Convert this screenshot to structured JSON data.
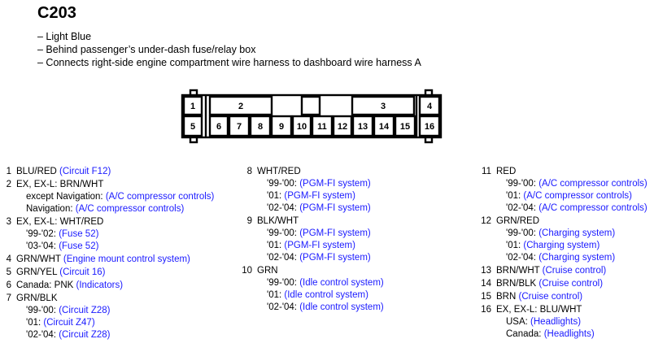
{
  "title": "C203",
  "description": [
    "– Light Blue",
    "– Behind passenger’s under-dash fuse/relay box",
    "– Connects right-side engine compartment wire harness to dashboard wire harness A"
  ],
  "connector": {
    "top_labels": [
      "1",
      "2",
      "3",
      "4"
    ],
    "bottom_labels": [
      "5",
      "6",
      "7",
      "8",
      "9",
      "10",
      "11",
      "12",
      "13",
      "14",
      "15",
      "16"
    ]
  },
  "columns": [
    [
      {
        "num": "1",
        "lines": [
          {
            "text": "BLU/RED ",
            "link": "(Circuit F12)"
          }
        ]
      },
      {
        "num": "2",
        "lines": [
          {
            "text": "EX, EX-L: BRN/WHT"
          },
          {
            "text": "except Navigation: ",
            "link": "(A/C compressor controls)",
            "sub": true
          },
          {
            "text": "Navigation: ",
            "link": "(A/C compressor controls)",
            "sub": true
          }
        ]
      },
      {
        "num": "3",
        "lines": [
          {
            "text": "EX, EX-L: WHT/RED"
          },
          {
            "text": "'99-'02: ",
            "link": "(Fuse 52)",
            "sub": true
          },
          {
            "text": "'03-'04: ",
            "link": "(Fuse 52)",
            "sub": true
          }
        ]
      },
      {
        "num": "4",
        "lines": [
          {
            "text": "GRN/WHT ",
            "link": "(Engine mount control system)"
          }
        ]
      },
      {
        "num": "5",
        "lines": [
          {
            "text": "GRN/YEL ",
            "link": "(Circuit 16)"
          }
        ]
      },
      {
        "num": "6",
        "lines": [
          {
            "text": "Canada: PNK ",
            "link": "(Indicators)"
          }
        ]
      },
      {
        "num": "7",
        "lines": [
          {
            "text": "GRN/BLK"
          },
          {
            "text": "'99-'00: ",
            "link": "(Circuit Z28)",
            "sub": true
          },
          {
            "text": "'01: ",
            "link": "(Circuit Z47)",
            "sub": true
          },
          {
            "text": "'02-'04: ",
            "link": "(Circuit Z28)",
            "sub": true
          }
        ]
      }
    ],
    [
      {
        "num": "8",
        "lines": [
          {
            "text": "WHT/RED"
          },
          {
            "text": "'99-'00: ",
            "link": "(PGM-FI system)",
            "sub": true
          },
          {
            "text": "'01: ",
            "link": "(PGM-FI system)",
            "sub": true
          },
          {
            "text": "'02-'04: ",
            "link": "(PGM-FI system)",
            "sub": true
          }
        ]
      },
      {
        "num": "9",
        "lines": [
          {
            "text": "BLK/WHT"
          },
          {
            "text": "'99-'00: ",
            "link": "(PGM-FI system)",
            "sub": true
          },
          {
            "text": "'01: ",
            "link": "(PGM-FI system)",
            "sub": true
          },
          {
            "text": "'02-'04: ",
            "link": "(PGM-FI system)",
            "sub": true
          }
        ]
      },
      {
        "num": "10",
        "lines": [
          {
            "text": "GRN"
          },
          {
            "text": "'99-'00: ",
            "link": "(Idle control system)",
            "sub": true
          },
          {
            "text": "'01: ",
            "link": "(Idle control system)",
            "sub": true
          },
          {
            "text": "'02-'04: ",
            "link": "(Idle control system)",
            "sub": true
          }
        ]
      }
    ],
    [
      {
        "num": "11",
        "lines": [
          {
            "text": "RED"
          },
          {
            "text": "'99-'00: ",
            "link": "(A/C compressor controls)",
            "sub": true
          },
          {
            "text": "'01: ",
            "link": "(A/C compressor controls)",
            "sub": true
          },
          {
            "text": "'02-'04: ",
            "link": "(A/C compressor controls)",
            "sub": true
          }
        ]
      },
      {
        "num": "12",
        "lines": [
          {
            "text": "GRN/RED"
          },
          {
            "text": "'99-'00: ",
            "link": "(Charging system)",
            "sub": true
          },
          {
            "text": "'01: ",
            "link": "(Charging system)",
            "sub": true
          },
          {
            "text": "'02-'04: ",
            "link": "(Charging system)",
            "sub": true
          }
        ]
      },
      {
        "num": "13",
        "lines": [
          {
            "text": "BRN/WHT ",
            "link": "(Cruise control)"
          }
        ]
      },
      {
        "num": "14",
        "lines": [
          {
            "text": "BRN/BLK ",
            "link": "(Cruise control)"
          }
        ]
      },
      {
        "num": "15",
        "lines": [
          {
            "text": "BRN ",
            "link": "(Cruise control)"
          }
        ]
      },
      {
        "num": "16",
        "lines": [
          {
            "text": "EX, EX-L: BLU/WHT"
          },
          {
            "text": "USA: ",
            "link": "(Headlights)",
            "sub": true
          },
          {
            "text": "Canada: ",
            "link": "(Headlights)",
            "sub": true
          }
        ]
      }
    ]
  ]
}
